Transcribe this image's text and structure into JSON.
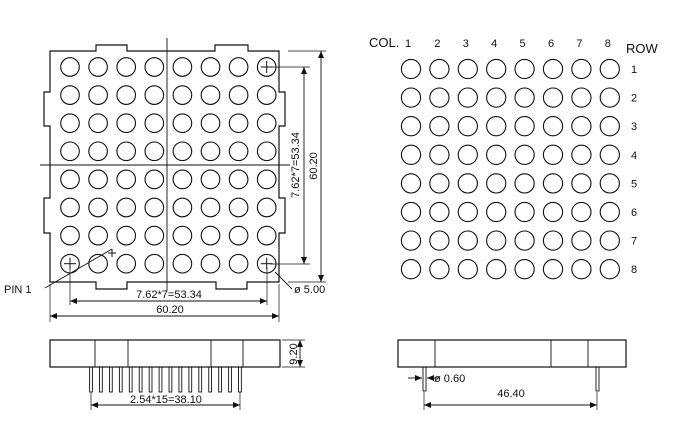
{
  "front_view": {
    "pin_label": "PIN 1",
    "dim_pitch_h": "7.62*7=53.34",
    "dim_width": "60.20",
    "dim_pitch_v": "7.62*7=53.34",
    "dim_height": "60.20",
    "dim_diameter": "ø 5.00"
  },
  "side_view": {
    "dim_thickness": "9.20",
    "dim_pin_span": "2.54*15=38.10"
  },
  "schematic": {
    "col_label": "COL.",
    "row_label": "ROW",
    "columns": [
      "1",
      "2",
      "3",
      "4",
      "5",
      "6",
      "7",
      "8"
    ],
    "rows": [
      "1",
      "2",
      "3",
      "4",
      "5",
      "6",
      "7",
      "8"
    ]
  },
  "end_view": {
    "dim_pin_diameter": "ø 0.60",
    "dim_pin_distance": "46.40"
  }
}
